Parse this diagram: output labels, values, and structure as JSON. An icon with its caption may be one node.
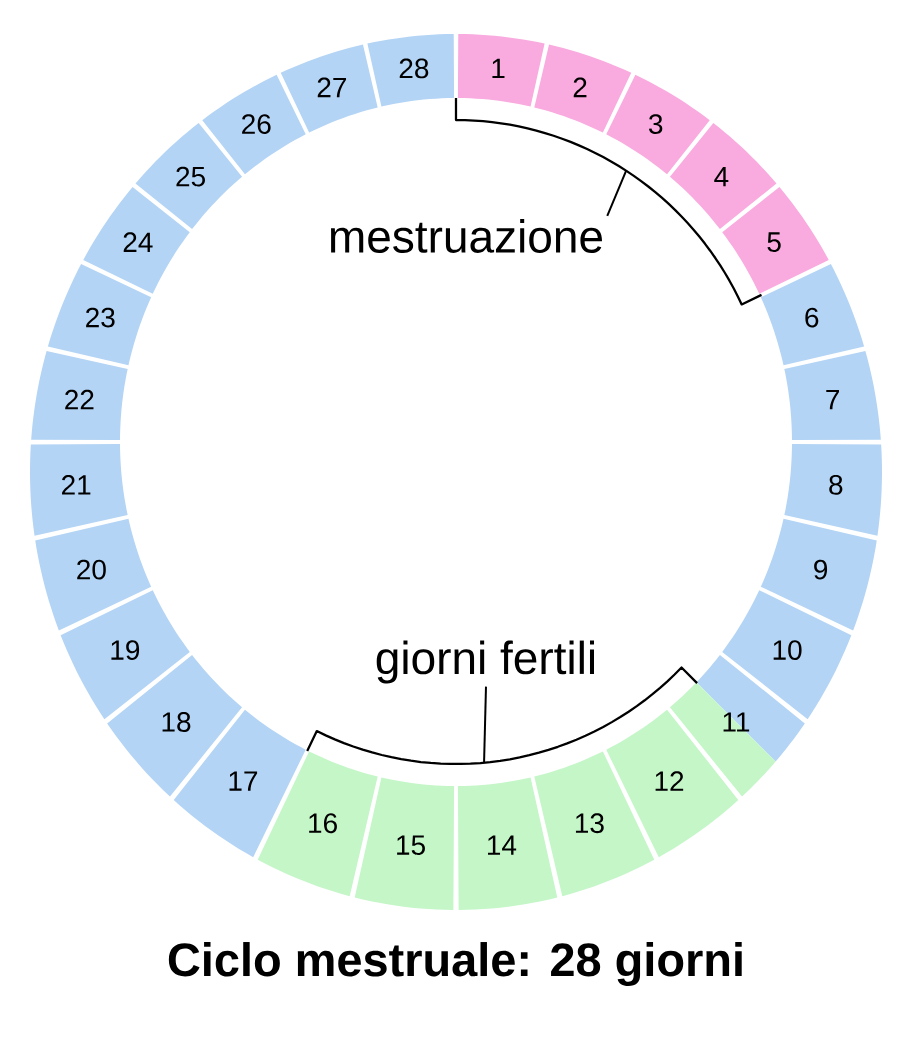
{
  "diagram": {
    "caption": "Ciclo mestruale: 28 giorni",
    "nodes": [
      {
        "text": [
          "1"
        ]
      },
      {
        "text": [
          "2"
        ]
      },
      {
        "text": [
          "3"
        ]
      },
      {
        "text": [
          "4"
        ]
      },
      {
        "text": [
          "5"
        ]
      },
      {
        "text": [
          "6"
        ]
      },
      {
        "text": [
          "7"
        ]
      },
      {
        "text": [
          "8"
        ]
      },
      {
        "text": [
          "9"
        ]
      },
      {
        "text": [
          "10"
        ]
      },
      {
        "text": [
          "11"
        ]
      },
      {
        "text": [
          "12"
        ]
      },
      {
        "text": [
          "13"
        ]
      },
      {
        "text": [
          "14"
        ]
      },
      {
        "text": [
          "15"
        ]
      },
      {
        "text": [
          "16"
        ]
      },
      {
        "text": [
          "17"
        ]
      },
      {
        "text": [
          "18"
        ]
      },
      {
        "text": [
          "19"
        ]
      },
      {
        "text": [
          "20"
        ]
      },
      {
        "text": [
          "21"
        ]
      },
      {
        "text": [
          "22"
        ]
      },
      {
        "text": [
          "23"
        ]
      },
      {
        "text": [
          "24"
        ]
      },
      {
        "text": [
          "25"
        ]
      },
      {
        "text": [
          "26"
        ]
      },
      {
        "text": [
          "27"
        ]
      },
      {
        "text": [
          "28"
        ]
      },
      {
        "text": [
          "mestruazione"
        ]
      },
      {
        "text": [],
        "shape": "bracket"
      },
      {
        "text": [
          "giorni fertili"
        ]
      },
      {
        "text": [],
        "shape": "bracket"
      }
    ],
    "edges": [
      {
        "from": 28,
        "to": 29,
        "arrow": "none"
      },
      {
        "from": 30,
        "to": 31,
        "arrow": "none"
      }
    ]
  }
}
